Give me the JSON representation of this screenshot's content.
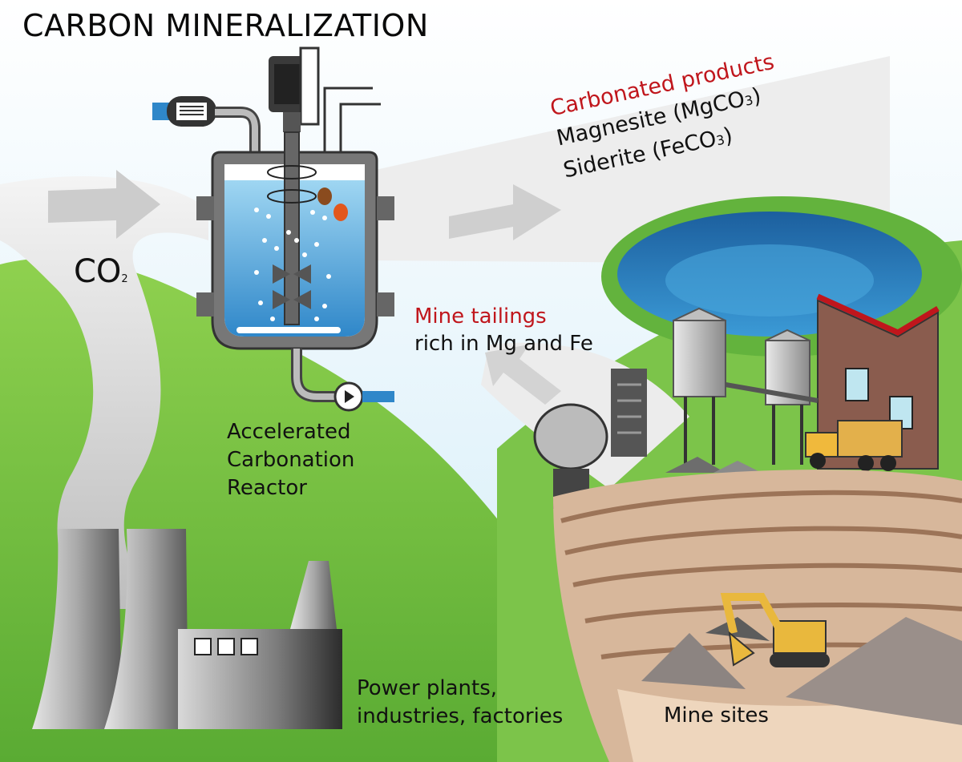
{
  "title": "CARBON MINERALIZATION",
  "co2": {
    "main": "CO",
    "sub": "2"
  },
  "reactor_label": [
    "Accelerated",
    "Carbonation",
    "Reactor"
  ],
  "power_label": [
    "Power plants,",
    "industries, factories"
  ],
  "mine_sites_label": "Mine sites",
  "tailings": {
    "heading": "Mine tailings",
    "detail": "rich in Mg and Fe"
  },
  "products": {
    "heading": "Carbonated products",
    "items": [
      {
        "name": "Magnesite (MgCO",
        "sub": "3",
        "close": ")"
      },
      {
        "name": "Siderite (FeCO",
        "sub": "3",
        "close": ")"
      }
    ]
  },
  "colors": {
    "sky": "#dff1fa",
    "grass": "#6cba3f",
    "grass_light": "#8ccf4f",
    "arrow_band": "#e9e9e9",
    "accent_red": "#c0161c",
    "water": "#2f87c9"
  }
}
